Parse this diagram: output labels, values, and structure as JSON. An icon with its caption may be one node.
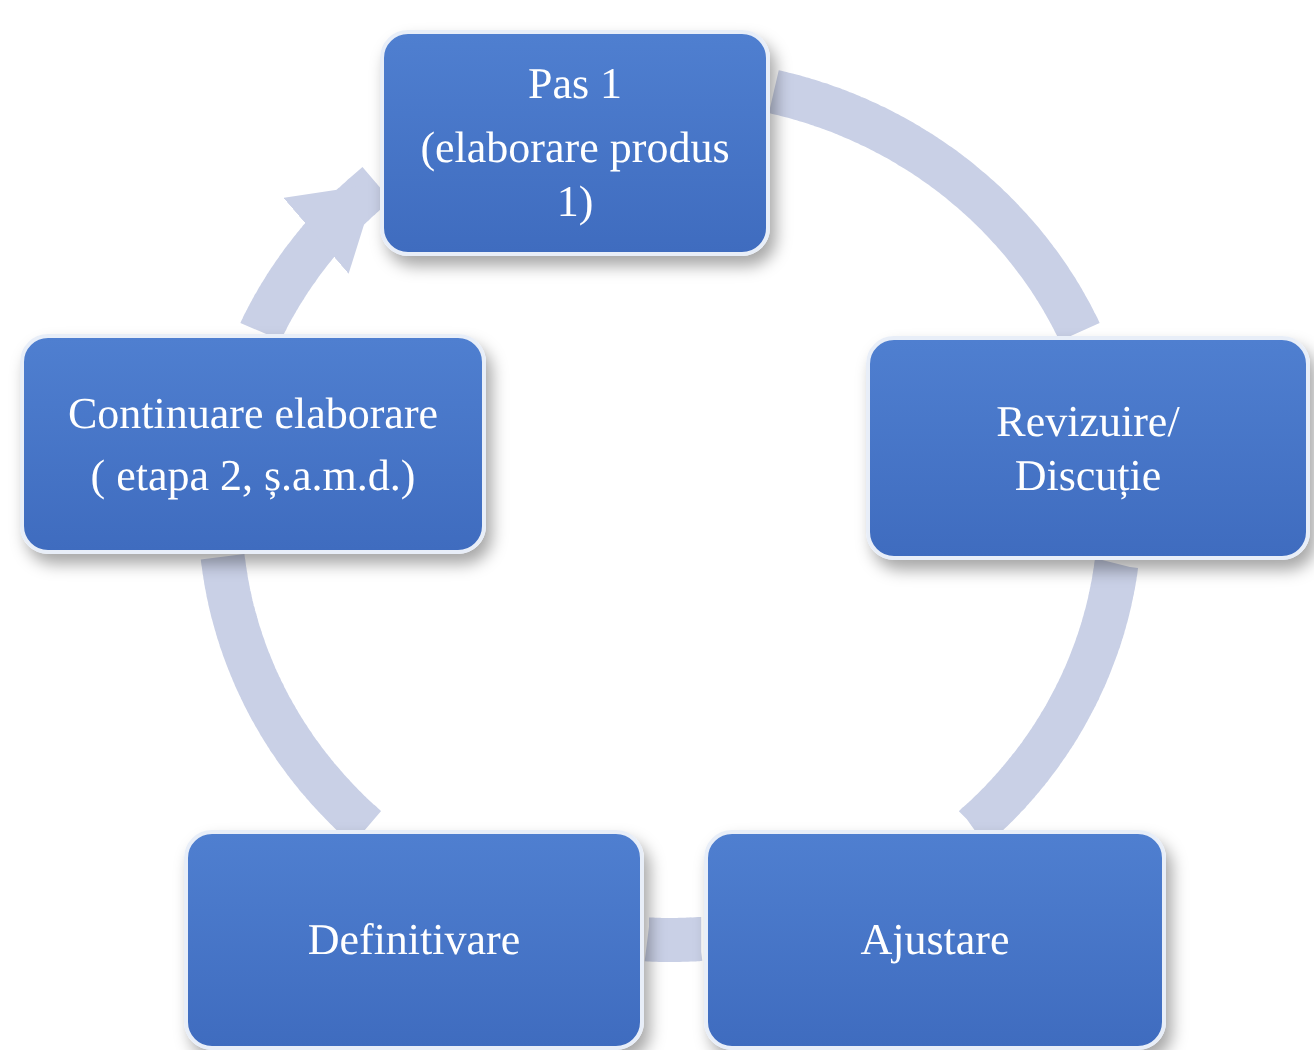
{
  "diagram": {
    "nodes": [
      {
        "text": [
          "Pas 1",
          "(elaborare produs 1)"
        ]
      },
      {
        "text": [
          "Revizuire/ Discuție"
        ]
      },
      {
        "text": [
          "Ajustare"
        ]
      },
      {
        "text": [
          "Definitivare"
        ]
      },
      {
        "text": [
          "Continuare elaborare",
          "( etapa 2, ș.a.m.d.)"
        ]
      }
    ],
    "edges": [
      {
        "from": 0,
        "to": 1,
        "arrow": "none"
      },
      {
        "from": 1,
        "to": 2,
        "arrow": "none"
      },
      {
        "from": 2,
        "to": 3,
        "arrow": "none"
      },
      {
        "from": 3,
        "to": 4,
        "arrow": "none"
      },
      {
        "from": 4,
        "to": 0,
        "arrow": "to"
      }
    ]
  }
}
